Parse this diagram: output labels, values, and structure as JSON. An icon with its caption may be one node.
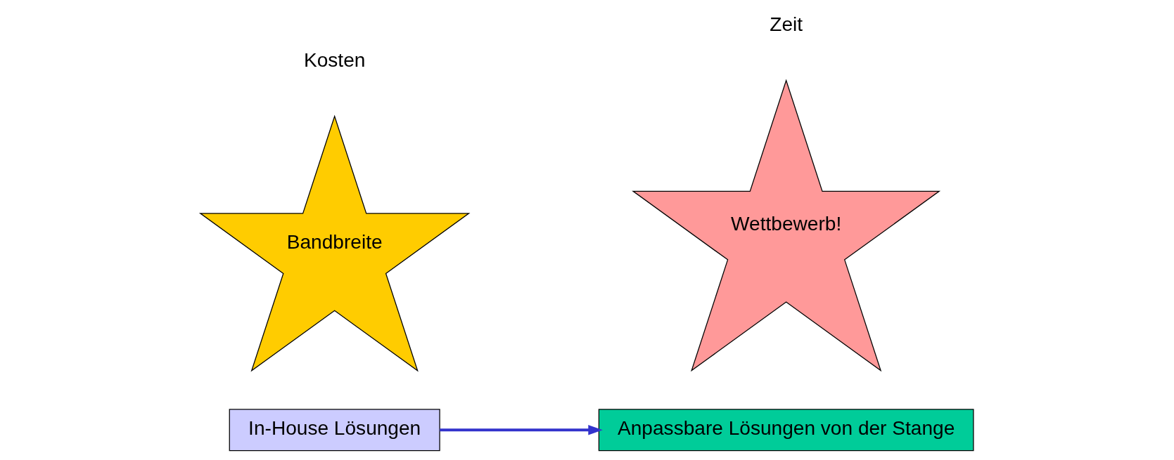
{
  "diagram": {
    "nodes": [
      {
        "text": [
          "In-House Lösungen"
        ]
      },
      {
        "text": [
          "Anpassbare Lösungen von der Stange"
        ]
      },
      {
        "text": [
          "Wettbewerb!"
        ]
      },
      {
        "text": [
          "Bandbreite"
        ]
      }
    ],
    "edges": [
      {
        "from": 0,
        "to": 1,
        "arrow": "to",
        "color": "#3333cc"
      }
    ],
    "labels": [
      "Kosten",
      "Zeit"
    ]
  }
}
